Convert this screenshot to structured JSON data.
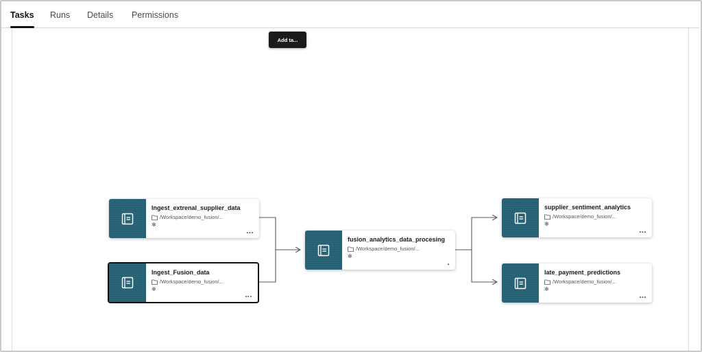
{
  "tabs": [
    {
      "label": "Tasks",
      "active": true
    },
    {
      "label": "Runs",
      "active": false
    },
    {
      "label": "Details",
      "active": false
    },
    {
      "label": "Permissions",
      "active": false
    }
  ],
  "toolbar": {
    "add_task_label": "Add ta..."
  },
  "nodes": {
    "ingest_external": {
      "name": "Ingest_extrenal_supplier_data",
      "path": "/Workspace/demo_fusion/...",
      "more": "..."
    },
    "ingest_fusion": {
      "name": "Ingest_Fusion_data",
      "path": "/Workspace/demo_fusion/...",
      "more": "...",
      "selected": true
    },
    "fusion_processing": {
      "name": "fusion_analytics_data_procesing",
      "path": "/Workspace/demo_fusion/...",
      "more": "."
    },
    "supplier_sentiment": {
      "name": "supplier_sentiment_analytics",
      "path": "/Workspace/demo_fusion/...",
      "more": "..."
    },
    "late_payment": {
      "name": "late_payment_predictions",
      "path": "/Workspace/demo_fusion/...",
      "more": "..."
    }
  },
  "colors": {
    "tile": "#245f73",
    "edge": "#555555",
    "active_tab": "#111111"
  },
  "icons": {
    "task": "notebook-icon",
    "path": "folder-icon",
    "cluster": "cluster-icon",
    "menu": "more-options-icon"
  }
}
